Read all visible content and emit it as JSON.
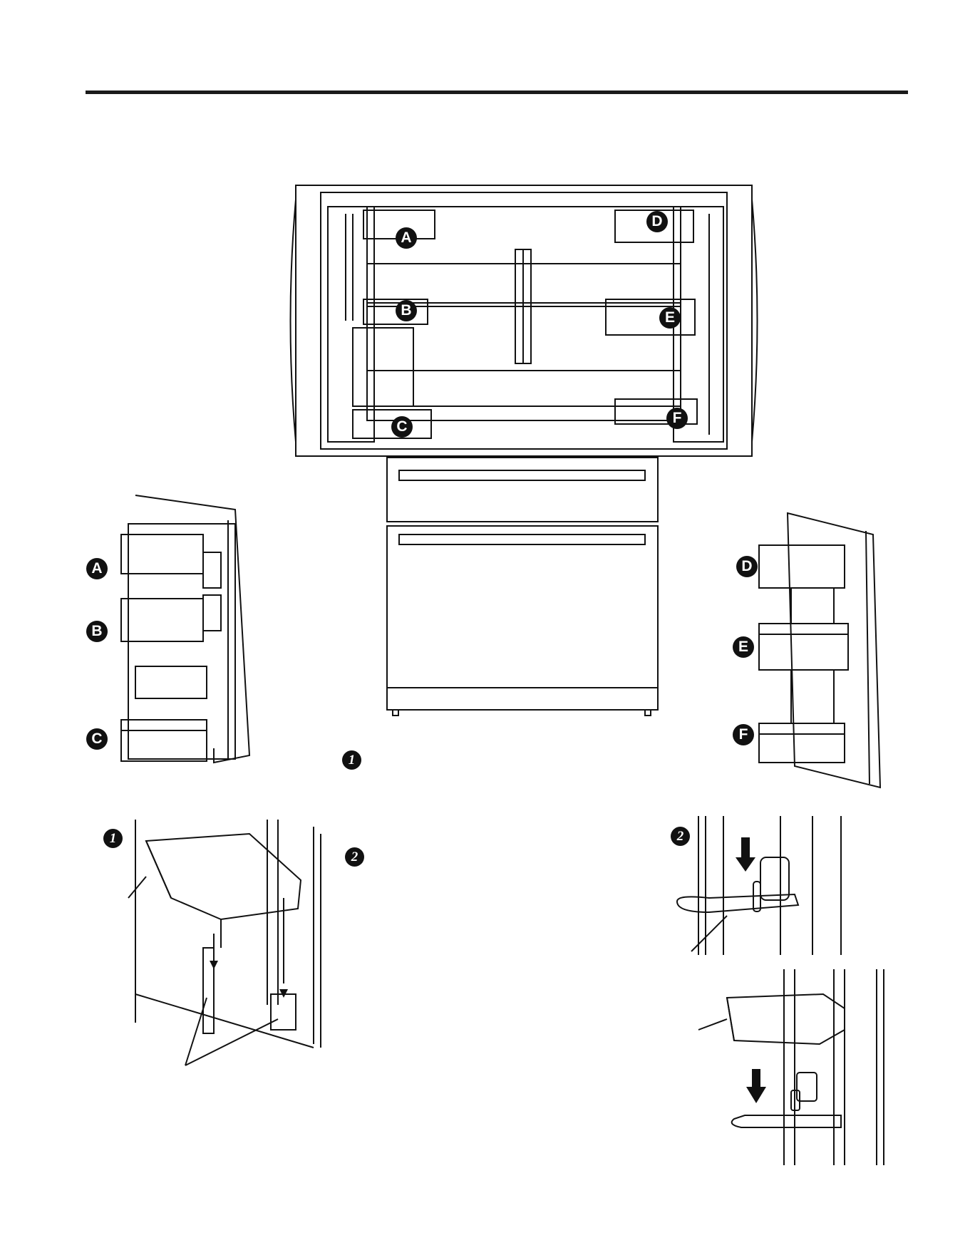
{
  "labels": {
    "a": "A",
    "b": "B",
    "c": "C",
    "d": "D",
    "e": "E",
    "f": "F"
  },
  "steps": {
    "one": "1",
    "two": "2"
  },
  "colors": {
    "ink": "#111111",
    "paper": "#ffffff"
  },
  "icons": {
    "arrow": "down-arrow-icon",
    "badge": "circle-letter-icon"
  }
}
